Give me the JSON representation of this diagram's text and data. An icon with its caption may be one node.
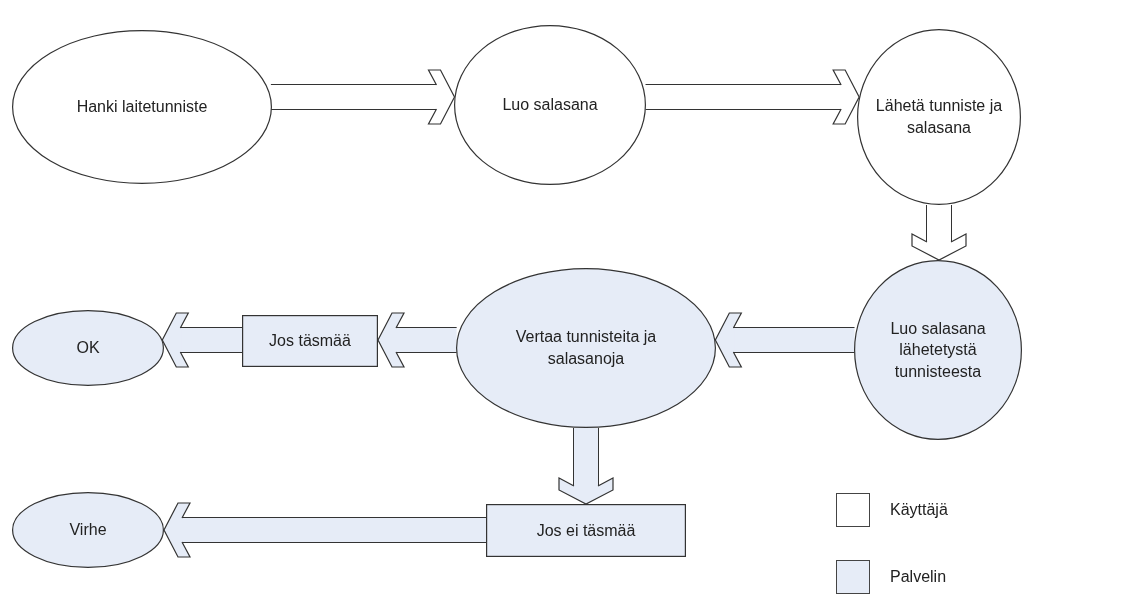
{
  "diagram": {
    "nodes": [
      {
        "text": [
          "Hanki laitetunniste"
        ]
      },
      {
        "text": [
          "Luo salasana"
        ]
      },
      {
        "text": [
          "Lähetä tunniste ja salasana"
        ]
      },
      {
        "text": [
          "Luo salasana lähetetystä tunnisteesta"
        ]
      },
      {
        "text": [
          "Vertaa tunnisteita ja salasanoja"
        ]
      },
      {
        "text": [
          "Jos täsmää"
        ]
      },
      {
        "text": [
          "OK"
        ]
      },
      {
        "text": [
          "Jos ei täsmää"
        ]
      },
      {
        "text": [
          "Virhe"
        ]
      }
    ],
    "edges": [
      {
        "from": 0,
        "to": 1,
        "arrow": "to"
      },
      {
        "from": 1,
        "to": 2,
        "arrow": "to"
      },
      {
        "from": 2,
        "to": 3,
        "arrow": "to"
      },
      {
        "from": 3,
        "to": 4,
        "arrow": "to"
      },
      {
        "from": 4,
        "to": 5,
        "arrow": "to"
      },
      {
        "from": 5,
        "to": 6,
        "arrow": "to"
      },
      {
        "from": 4,
        "to": 7,
        "arrow": "to"
      },
      {
        "from": 7,
        "to": 8,
        "arrow": "to"
      }
    ],
    "legend": [
      {
        "text": "Käyttäjä",
        "color": "#ffffff"
      },
      {
        "text": "Palvelin",
        "color": "#e6ecf7"
      }
    ]
  }
}
